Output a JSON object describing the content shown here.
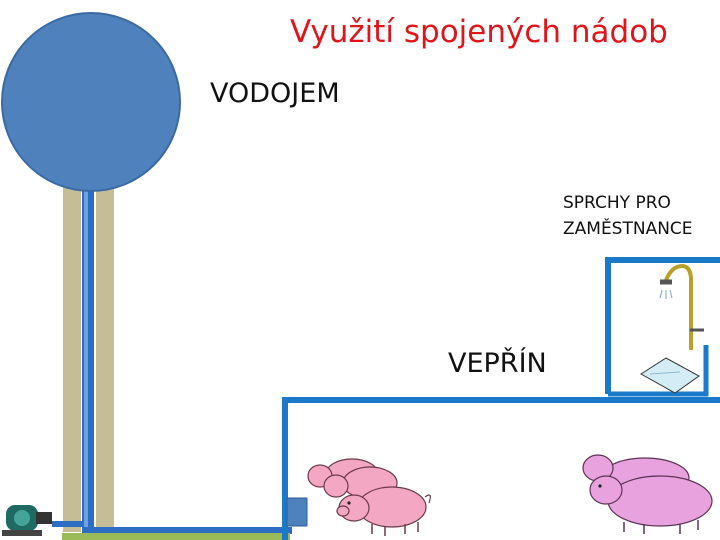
{
  "title": "Využití spojených nádob",
  "labels": {
    "tower": "VODOJEM",
    "shower_line1": "SPRCHY PRO",
    "shower_line2": "ZAMĚSTNANCE",
    "pigsty": "VEPŘÍN"
  },
  "colors": {
    "title": "#e0151b",
    "tank": "#4f81bd",
    "tower_leg": "#c4bd97",
    "pipe": "#2e6dc4",
    "pipe_ground": "#9bbb59",
    "building": "#1a7ac7",
    "pig": "#f4a7c2",
    "pig_right": "#e8a2de"
  },
  "icons": [
    "shower-icon",
    "pig-icon",
    "water-pump-icon"
  ]
}
